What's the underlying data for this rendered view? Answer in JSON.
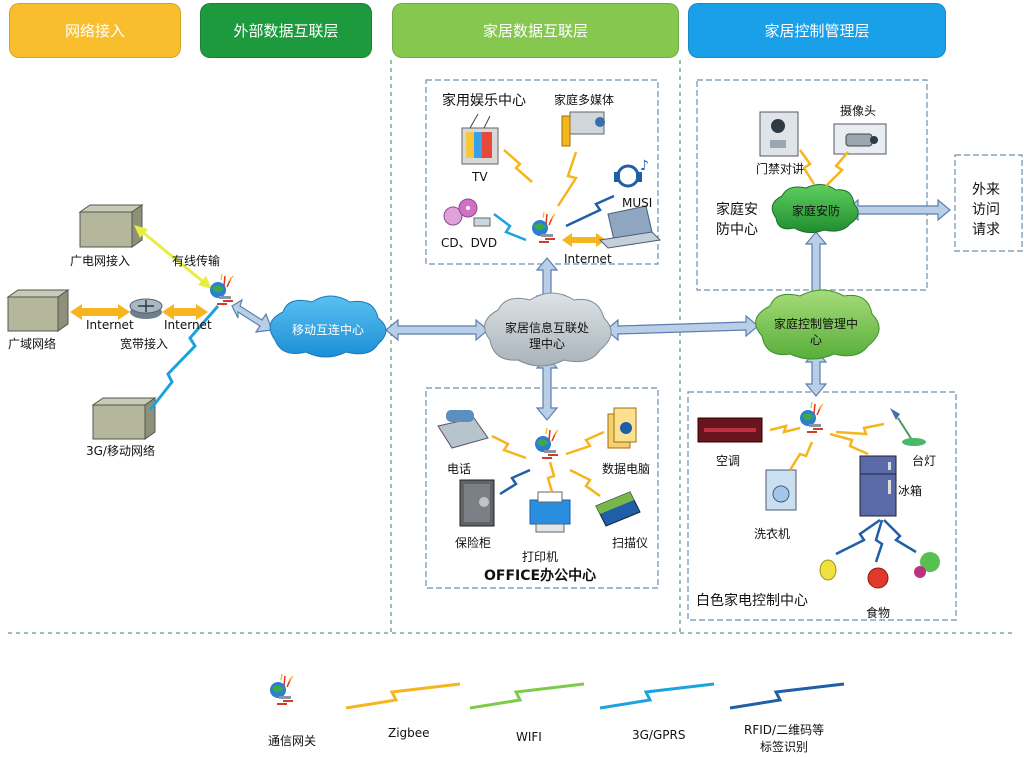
{
  "headers": [
    {
      "label": "网络接入",
      "color": "#f8be2e"
    },
    {
      "label": "外部数据互联层",
      "color": "#1e9a3e"
    },
    {
      "label": "家居数据互联层",
      "color": "#86c750"
    },
    {
      "label": "家居控制管理层",
      "color": "#1aa0e8"
    }
  ],
  "access": {
    "broadcast": "广电网接入",
    "wired": "有线传输",
    "wan": "广域网络",
    "internet_left": "Internet",
    "internet_right": "Internet",
    "broadband": "宽带接入",
    "mobile3g": "3G/移动网络"
  },
  "clouds": {
    "mobile_hub": "移动互连中心",
    "home_info_line1": "家居信息互联处",
    "home_info_line2": "理中心",
    "home_control_line1": "家庭控制管理中",
    "home_control_line2": "心",
    "security": "家庭安防"
  },
  "entertainment": {
    "title": "家用娱乐中心",
    "multimedia": "家庭多媒体",
    "tv": "TV",
    "music": "MUSI",
    "cd": "CD、DVD",
    "internet": "Internet"
  },
  "office": {
    "title": "OFFICE办公中心",
    "phone": "电话",
    "computer": "数据电脑",
    "safe": "保险柜",
    "printer": "打印机",
    "scanner": "扫描仪"
  },
  "security": {
    "camera": "摄像头",
    "intercom": "门禁对讲",
    "center_line1": "家庭安",
    "center_line2": "防中心"
  },
  "visitor": {
    "line1": "外来",
    "line2": "访问",
    "line3": "请求"
  },
  "appliance": {
    "title": "白色家电控制中心",
    "aircon": "空调",
    "lamp": "台灯",
    "fridge": "冰箱",
    "washer": "洗衣机",
    "food": "食物"
  },
  "legend": {
    "gateway": "通信网关",
    "zigbee": "Zigbee",
    "wifi": "WIFI",
    "gprs": "3G/GPRS",
    "rfid_line1": "RFID/二维码等",
    "rfid_line2": "标签识别"
  },
  "colors": {
    "zigbee": "#f6b51e",
    "wifi": "#7ecb4a",
    "gprs": "#1ba3e0",
    "rfid": "#1f5fa8",
    "arrow_fill": "#b9cfe8",
    "arrow_stroke": "#5b7fae",
    "cloud_blue": "#1c9be0",
    "cloud_gray": "#b9c2c8",
    "cloud_green": "#6cc04a",
    "cloud_dark_green": "#2e9e3e"
  }
}
